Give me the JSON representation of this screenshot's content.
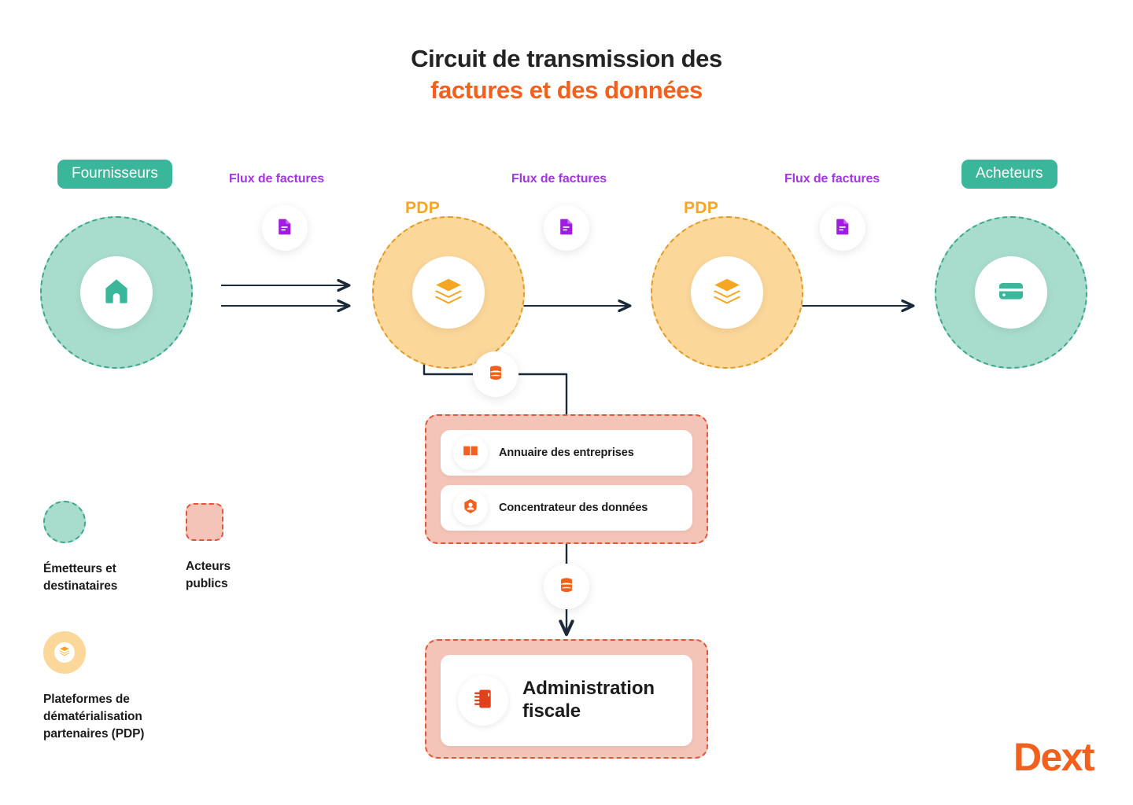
{
  "title": {
    "line1": "Circuit de transmission des",
    "line2": "factures et des données",
    "color_primary": "#232323",
    "color_accent": "#F1601C"
  },
  "colors": {
    "teal_fill": "#A8DCCD",
    "teal_border": "#3FA78D",
    "teal_badge": "#3AB79A",
    "amber_fill": "#FBD79A",
    "amber_border": "#E09C2A",
    "amber_text": "#F5A623",
    "pink_fill": "#F5C4B8",
    "pink_border": "#E0573B",
    "purple_flux": "#A435E0",
    "orange_brand": "#F1601C",
    "arrow": "#1B2A3A"
  },
  "actors": {
    "suppliers": {
      "badge": "Fournisseurs",
      "icon": "home-icon"
    },
    "buyers": {
      "badge": "Acheteurs",
      "icon": "credit-card-icon"
    },
    "pdp1": {
      "label": "PDP",
      "icon": "layers-icon"
    },
    "pdp2": {
      "label": "PDP",
      "icon": "layers-icon"
    }
  },
  "flows": {
    "invoice_flow_label": "Flux de factures",
    "labels": [
      "Flux de factures",
      "Flux de factures",
      "Flux de factures"
    ],
    "invoice_icon": "document-icon",
    "data_icon": "database-icon"
  },
  "public_panel": {
    "cards": [
      {
        "label": "Annuaire des entreprises",
        "icon": "open-book-icon"
      },
      {
        "label": "Concentrateur des données",
        "icon": "person-badge-icon"
      }
    ]
  },
  "fiscal_panel": {
    "card": {
      "label": "Administration\nfiscale",
      "icon": "ledger-icon"
    }
  },
  "legend": {
    "items": [
      {
        "label": "Émetteurs et\ndestinataires",
        "swatch": "dashed-teal-circle"
      },
      {
        "label": "Acteurs\npublics",
        "swatch": "dashed-pink-square"
      },
      {
        "label": "Plateformes de\ndématérialisation\npartenaires (PDP)",
        "swatch": "amber-circle-layers"
      }
    ]
  },
  "brand": {
    "logo_text": "Dext"
  }
}
